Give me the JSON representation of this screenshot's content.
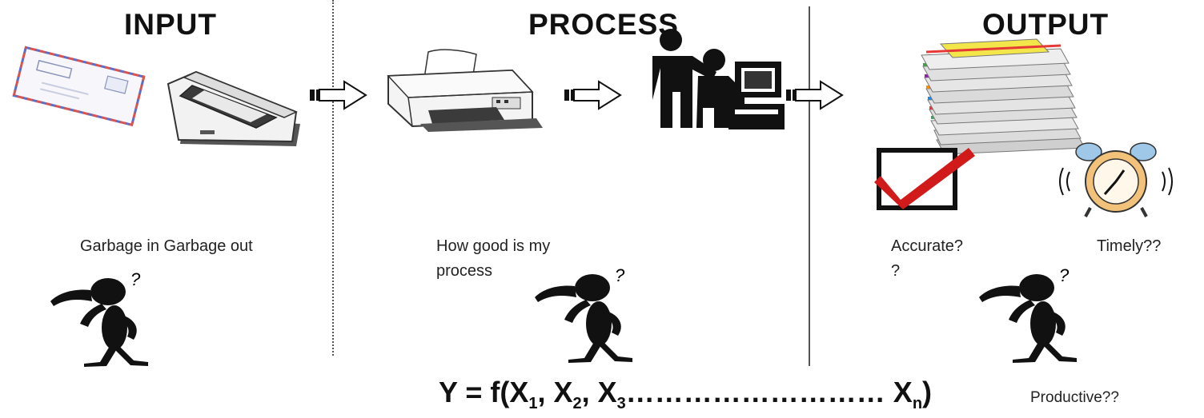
{
  "headings": {
    "input": "INPUT",
    "process": "PROCESS",
    "output": "OUTPUT"
  },
  "notes": {
    "input": "Garbage in Garbage out",
    "process_line1": "How good is my",
    "process_line2": "process",
    "accurate_line1": "Accurate?",
    "accurate_line2": "?",
    "timely": "Timely??",
    "productive": "Productive??"
  },
  "formula": {
    "lhs": "Y = f(X",
    "sub1": "1",
    "sep1": ", X",
    "sub2": "2",
    "sep2": ", X",
    "sub3": "3",
    "dots": "……………………… X",
    "subn": "n",
    "close": ")"
  },
  "thinker_mark": "?",
  "colors": {
    "text": "#111111",
    "divider": "#555555",
    "check": "#d11a1a",
    "clock": "#f3c27a",
    "envelope_stripe_red": "#d9534f",
    "envelope_stripe_blue": "#4a6fd1"
  },
  "icons": [
    "envelope-icon",
    "scanner-icon",
    "arrow-icon",
    "printer-icon",
    "worker-computer-icon",
    "paper-stack-icon",
    "checkmark-icon",
    "alarm-clock-icon",
    "thinker-icon"
  ]
}
